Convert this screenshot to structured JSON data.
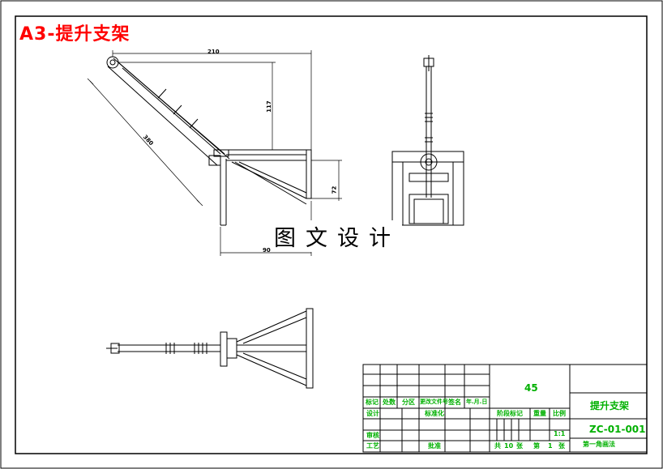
{
  "sheet": {
    "title": "A3-提升支架",
    "watermark": "图文设计"
  },
  "dimensions": {
    "top_width": "210",
    "right_height": "117",
    "diagonal": "380",
    "right_small": "72",
    "bottom_width": "90"
  },
  "title_block": {
    "material": "45",
    "part_name": "提升支架",
    "drawing_no": "ZC-01-001",
    "labels": {
      "mark": "标记",
      "count": "处数",
      "zone": "分区",
      "change_doc": "更改文件号",
      "signature": "签名",
      "date": "年.月.日",
      "design": "设计",
      "standardize": "标准化",
      "review": "审核",
      "process": "工艺",
      "approve": "批准",
      "stage_mark": "阶段标记",
      "weight": "重量",
      "scale": "比例"
    },
    "scale_value": "1:1",
    "total_label": "共",
    "total_sheets": "10",
    "sheet_label": "张",
    "page_label": "第",
    "page_no": "1",
    "page_unit": "张",
    "projection": "第一角画法"
  },
  "colors": {
    "line": "#000000",
    "title_red": "#ff0000",
    "text_green": "#00b000"
  }
}
